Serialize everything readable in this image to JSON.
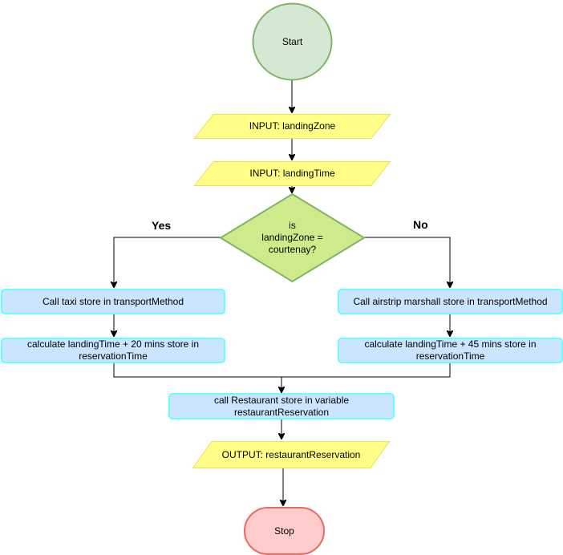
{
  "nodes": {
    "start": {
      "label": "Start",
      "fill": "#d5e8d4",
      "stroke": "#82b366"
    },
    "input_landing_zone": {
      "label": "INPUT: landingZone",
      "fill": "#ffff88",
      "stroke": "#e8e05c"
    },
    "input_landing_time": {
      "label": "INPUT: landingTime",
      "fill": "#ffff88",
      "stroke": "#e8e05c"
    },
    "decision": {
      "label": "is landingZone = courtenay?",
      "fill": "#cdeb8b",
      "stroke": "#82b366"
    },
    "call_taxi": {
      "label": "Call taxi store in transportMethod",
      "fill": "#cce5ff",
      "stroke": "#66ffff"
    },
    "calc_20": {
      "label": "calculate landingTime + 20 mins store in reservationTime",
      "fill": "#cce5ff",
      "stroke": "#66ffff"
    },
    "call_airstrip": {
      "label": "Call airstrip marshall store in transportMethod",
      "fill": "#cce5ff",
      "stroke": "#66ffff"
    },
    "calc_45": {
      "label": "calculate landingTime + 45 mins store in reservationTime",
      "fill": "#cce5ff",
      "stroke": "#66ffff"
    },
    "call_restaurant": {
      "label": "call Restaurant store in variable restaurantReservation",
      "fill": "#cce5ff",
      "stroke": "#66ffff"
    },
    "output": {
      "label": "OUTPUT: restaurantReservation",
      "fill": "#ffff88",
      "stroke": "#e8e05c"
    },
    "stop": {
      "label": "Stop",
      "fill": "#ffcccc",
      "stroke": "#ea6b66"
    }
  },
  "edge_labels": {
    "yes": "Yes",
    "no": "No"
  },
  "colors": {
    "edge": "#000000"
  }
}
